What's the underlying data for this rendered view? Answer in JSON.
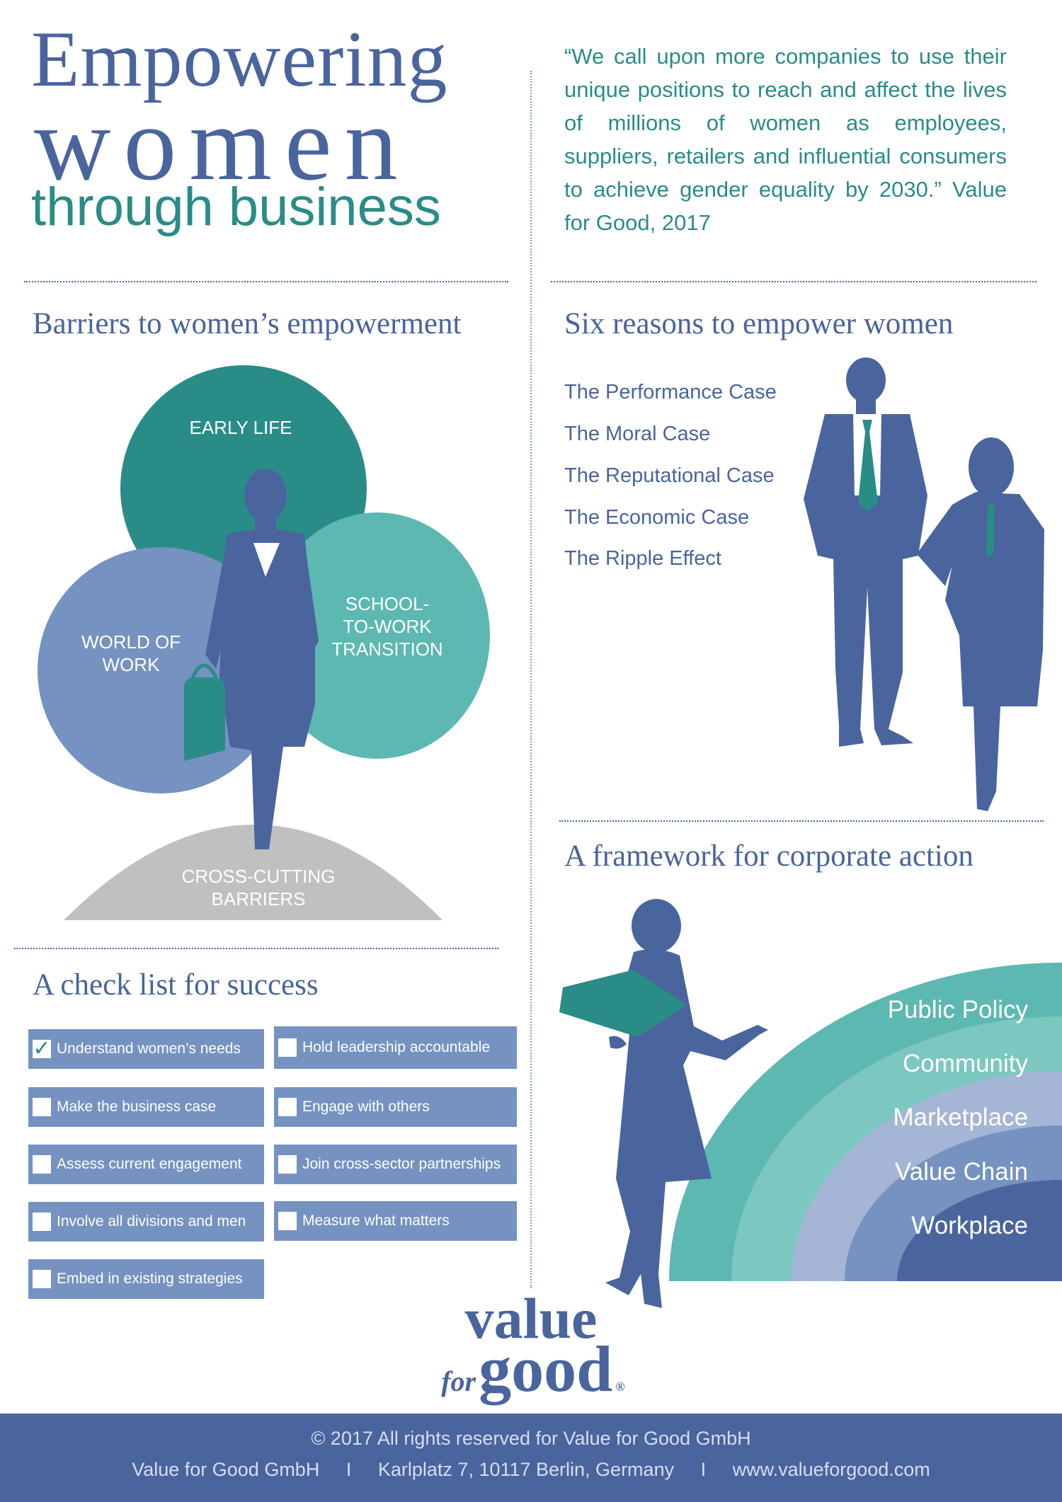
{
  "header": {
    "title_line1": "Empowering",
    "title_line2": "women",
    "title_line3": "through business",
    "quote": "“We call upon more companies to use their unique positions to reach and affect the lives of millions of women as employees, suppliers, retailers and influential consumers to achieve gender equality by 2030.” Value for Good, 2017"
  },
  "barriers": {
    "title": "Barriers to women’s empowerment",
    "early_life": "EARLY LIFE",
    "world_of_work": [
      "WORLD OF",
      "WORK"
    ],
    "school_to_work": [
      "SCHOOL-",
      "TO-WORK",
      "TRANSITION"
    ],
    "cross_cutting": [
      "CROSS-CUTTING",
      "BARRIERS"
    ]
  },
  "reasons": {
    "title": "Six reasons to empower women",
    "items": [
      "The Performance Case",
      "The Moral Case",
      "The Reputational Case",
      "The Economic Case",
      "The Ripple Effect"
    ]
  },
  "checklist": {
    "title": "A check list for success",
    "check_mark": "✓",
    "items": [
      {
        "label": "Understand women’s needs",
        "checked": true
      },
      {
        "label": "Make the business case",
        "checked": false
      },
      {
        "label": "Assess current engagement",
        "checked": false
      },
      {
        "label": "Involve all divisions and men",
        "checked": false
      },
      {
        "label": "Embed in existing strategies",
        "checked": false
      },
      {
        "label": "Hold leadership accountable",
        "checked": false
      },
      {
        "label": "Engage with others",
        "checked": false
      },
      {
        "label": "Join cross-sector partnerships",
        "checked": false
      },
      {
        "label": "Measure what matters",
        "checked": false
      }
    ]
  },
  "framework": {
    "title": "A framework for corporate action",
    "levels": [
      "Public Policy",
      "Community",
      "Marketplace",
      "Value Chain",
      "Workplace"
    ]
  },
  "logo": {
    "line1": "value",
    "line2_small": "for",
    "line2_big": "good",
    "mark": "®"
  },
  "footer": {
    "copyright": "© 2017 All rights reserved for Value for Good GmbH",
    "company": "Value for Good GmbH",
    "separator": "I",
    "address": "Karlplatz 7, 10117 Berlin, Germany",
    "website": "www.valueforgood.com"
  },
  "colors": {
    "primary_blue": "#4a649e",
    "teal": "#2a8c87",
    "light_teal": "#5db8b1",
    "periwinkle": "#7592c1",
    "grey": "#c0c0c0"
  }
}
